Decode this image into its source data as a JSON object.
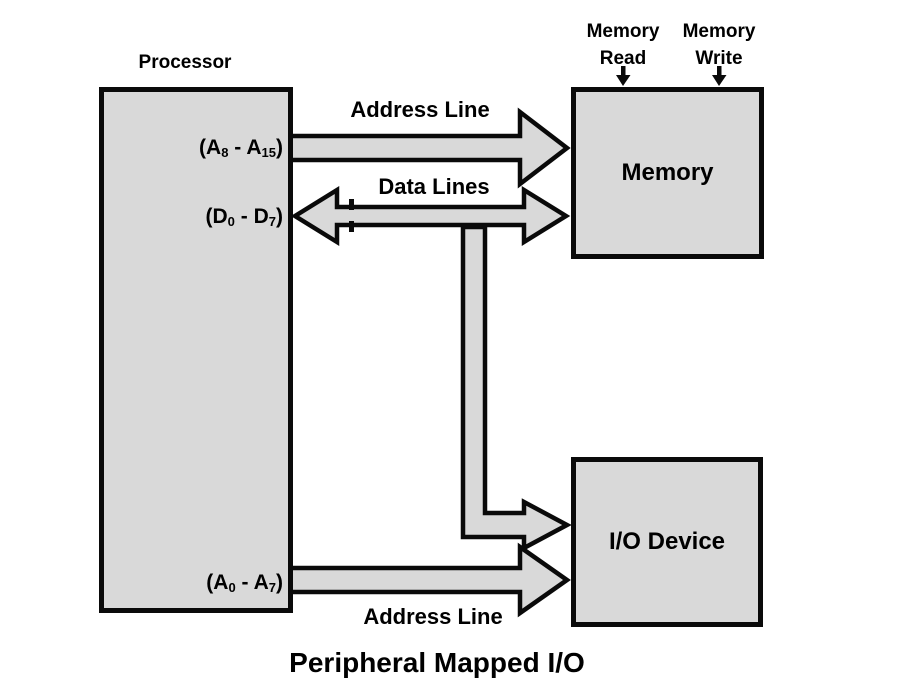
{
  "title": "Peripheral Mapped I/O",
  "colors": {
    "box_fill": "#d9d9d9",
    "line": "#0a0a0a",
    "background": "#ffffff"
  },
  "processor": {
    "label": "Processor",
    "pin_address_high": {
      "p1": "(A",
      "s1": "8",
      "p2": " - A",
      "s2": "15",
      "p3": ")"
    },
    "pin_data": {
      "p1": "(D",
      "s1": "0",
      "p2": " - D",
      "s2": "7",
      "p3": ")"
    },
    "pin_address_low": {
      "p1": "(A",
      "s1": "0",
      "p2": " - A",
      "s2": "7",
      "p3": ")"
    }
  },
  "memory": {
    "label": "Memory",
    "control_read": "Memory Read",
    "control_write": "Memory Write"
  },
  "io_device": {
    "label": "I/O Device"
  },
  "buses": {
    "address_line_top": "Address Line",
    "data_lines": "Data Lines",
    "address_line_bottom": "Address Line"
  }
}
